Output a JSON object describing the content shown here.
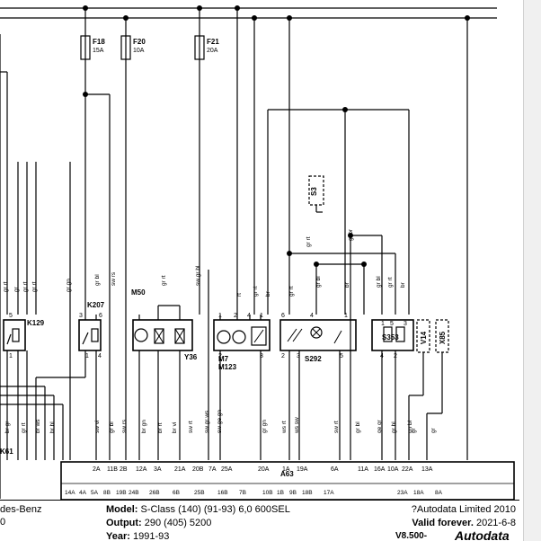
{
  "fuses": [
    {
      "code": "F18",
      "rating": "15A"
    },
    {
      "code": "F20",
      "rating": "10A"
    },
    {
      "code": "F21",
      "rating": "20A"
    }
  ],
  "components": {
    "k207": "K207",
    "k129": "K129",
    "m50": "M50",
    "y36": "Y36",
    "m7": "M7",
    "m123": "M123",
    "s292": "S292",
    "s353": "S353",
    "v14": "V14",
    "x85": "X85",
    "s3": "S3",
    "k61": "K61",
    "a63": "A63"
  },
  "wire_colors": [
    "gr rt",
    "gr",
    "gr rt",
    "gr rt",
    "gr gn",
    "gr bl",
    "sw rs",
    "gr rt",
    "sw gr bl",
    "rt",
    "gr rt",
    "br",
    "gr rt",
    "gr rt",
    "gr bl",
    "br",
    "gnbr",
    "gr bl",
    "gr rt",
    "br",
    "br gr",
    "gr rt",
    "br ws",
    "br bl",
    "sw vi",
    "gr bl",
    "sw rs",
    "br gn",
    "br rt",
    "br vi",
    "sw rt",
    "sw gr ws",
    "sw ge gn",
    "gr gn",
    "ws rt",
    "ws sw",
    "sw rt",
    "gr bl",
    "ge gr",
    "gr bl",
    "gn bl",
    "gr",
    "gr"
  ],
  "connector_pins_top": [
    "2A",
    "11B",
    "2B",
    "12A",
    "3A",
    "21A",
    "20B",
    "7A",
    "25A",
    "20A",
    "1A",
    "19A",
    "6A",
    "11A",
    "16A",
    "10A",
    "22A",
    "13A"
  ],
  "connector_pins_bottom": [
    "14A",
    "4A",
    "5A",
    "8B",
    "19B",
    "24B",
    "26B",
    "6B",
    "25B",
    "16B",
    "7B",
    "10B",
    "1B",
    "9B",
    "18B",
    "17A",
    "23A",
    "18A",
    "8A"
  ],
  "pin_numbers": {
    "k207": [
      "3",
      "6",
      "1",
      "4"
    ],
    "k129": [
      "5",
      "1"
    ],
    "m7": [
      "1",
      "2",
      "4",
      "1",
      "2",
      "3"
    ],
    "s292": [
      "6",
      "4",
      "1",
      "2",
      "3",
      "5"
    ],
    "s353": [
      "1",
      "5",
      "3",
      "4",
      "2"
    ]
  },
  "footer": {
    "left_text": "des-Benz",
    "left_sub": "0",
    "model_label": "Model:",
    "model_value": "S-Class (140) (91-93) 6,0 600SEL",
    "output_label": "Output:",
    "output_value": "290 (405) 5200",
    "year_label": "Year:",
    "year_value": "1991-93",
    "copyright": "?Autodata Limited 2010",
    "valid_label": "Valid forever.",
    "valid_date": "2021-6-8",
    "version": "V8.500-",
    "brand": "Autodata"
  }
}
